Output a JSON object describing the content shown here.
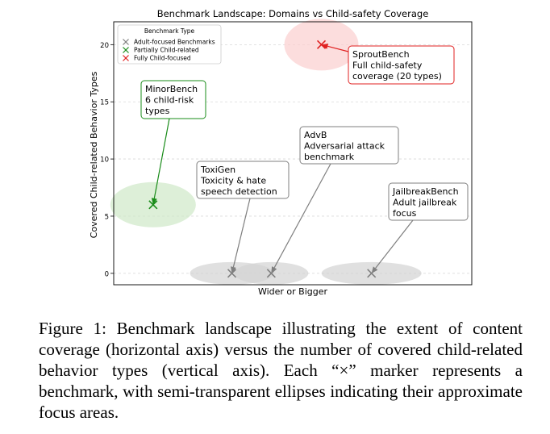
{
  "figure": {
    "caption": "Figure 1: Benchmark landscape illustrating the extent of content coverage (horizontal axis) versus the number of covered child-related behavior types (vertical axis). Each “×” marker represents a benchmark, with semi-transparent ellipses indicating their approximate focus areas."
  },
  "chart_data": {
    "type": "scatter",
    "title": "Benchmark Landscape: Domains vs Child-safety Coverage",
    "xlabel": "Wider or Bigger",
    "ylabel": "Covered Child-related Behavior Types",
    "ylim": [
      -1,
      22
    ],
    "xlim": [
      0,
      10
    ],
    "yticks": [
      0,
      5,
      10,
      15,
      20
    ],
    "grid": "horizontal dashed",
    "legend": {
      "title": "Benchmark Type",
      "placement": "top-left",
      "entries": [
        {
          "label": "Adult-focused Benchmarks",
          "color": "#808080"
        },
        {
          "label": "Partially Child-related",
          "color": "#1a8c1a"
        },
        {
          "label": "Fully Child-focused",
          "color": "#e02020"
        }
      ]
    },
    "ellipse_colors": {
      "adult": "#d3d3d3",
      "partial": "#cfe8c8",
      "full": "#fbcfcf"
    },
    "points": [
      {
        "name": "ToxiGen",
        "x": 3.3,
        "y": 0,
        "category": "adult",
        "annotation": [
          "ToxiGen",
          "Toxicity & hate",
          "speech detection"
        ]
      },
      {
        "name": "AdvB",
        "x": 4.4,
        "y": 0,
        "category": "adult",
        "annotation": [
          "AdvB",
          "Adversarial attack",
          "benchmark"
        ]
      },
      {
        "name": "JailbreakBench",
        "x": 7.2,
        "y": 0,
        "category": "adult",
        "annotation": [
          "JailbreakBench",
          "Adult jailbreak",
          "focus"
        ]
      },
      {
        "name": "MinorBench",
        "x": 1.1,
        "y": 6,
        "category": "partial",
        "annotation": [
          "MinorBench",
          "6 child-risk",
          "types"
        ]
      },
      {
        "name": "SproutBench",
        "x": 5.8,
        "y": 20,
        "category": "full",
        "annotation": [
          "SproutBench",
          "Full child-safety",
          "coverage (20 types)"
        ]
      }
    ]
  }
}
